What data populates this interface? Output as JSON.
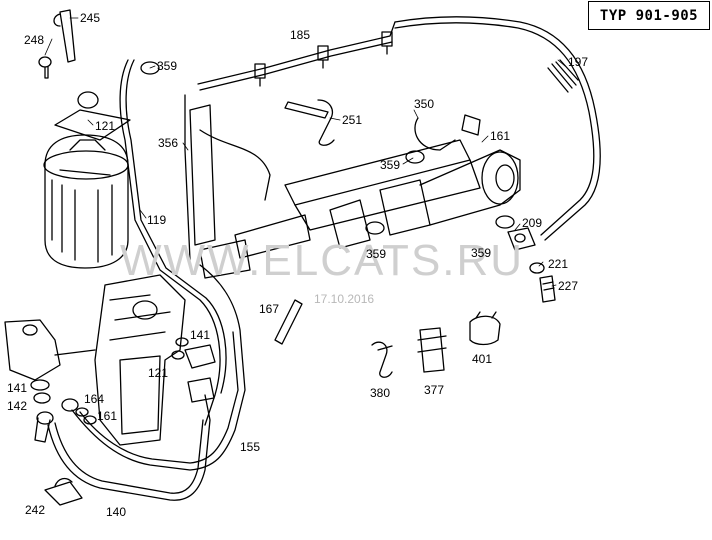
{
  "type_label": "TYP 901-905",
  "watermark": "WWW.ELCATS.RU",
  "watermark_date": "17.10.2016",
  "part_numbers": [
    "245",
    "248",
    "185",
    "359",
    "197",
    "121",
    "356",
    "251",
    "350",
    "161",
    "359",
    "119",
    "209",
    "359",
    "359",
    "221",
    "227",
    "167",
    "141",
    "121",
    "141",
    "142",
    "164",
    "161",
    "380",
    "377",
    "401",
    "155",
    "242",
    "140"
  ]
}
